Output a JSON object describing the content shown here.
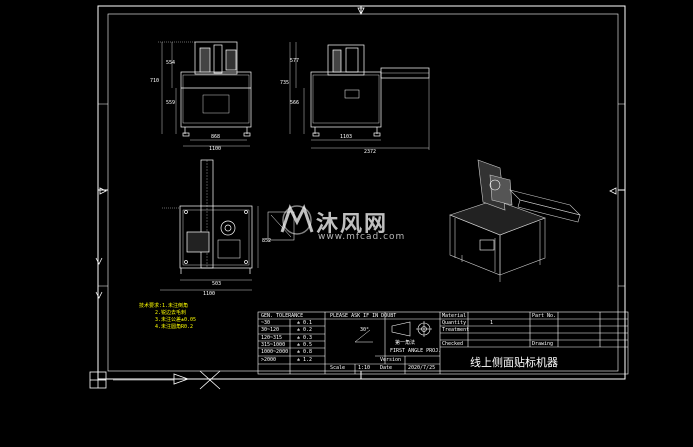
{
  "drawing": {
    "title_cn": "线上侧面贴标机器",
    "watermark": {
      "brand_cn": "沐风网",
      "url": "www.mfcad.com"
    },
    "dimensions": {
      "front_h1": "554",
      "front_h2": "710",
      "front_h3": "559",
      "front_w1": "868",
      "front_w2": "1100",
      "side_h1": "577",
      "side_h2": "735",
      "side_h3": "566",
      "side_w1": "1103",
      "side_w2": "2372",
      "top_h": "852",
      "top_w1": "503",
      "top_w2": "1100"
    },
    "notes": [
      "技术要求:1.未注倒角",
      "2.锐边去毛刺",
      "3.未注公差±0.05",
      "4.未注圆角R0.2"
    ],
    "title_block": {
      "general_tolerance": "GEN. TOLERANCE",
      "rows": [
        {
          "range": "~30",
          "tol": "± 0.1"
        },
        {
          "range": "30~120",
          "tol": "± 0.2"
        },
        {
          "range": "120~315",
          "tol": "± 0.3"
        },
        {
          "range": "315~1000",
          "tol": "± 0.5"
        },
        {
          "range": "1000~2000",
          "tol": "± 0.8"
        },
        {
          "range": ">2000",
          "tol": "± 1.2"
        }
      ],
      "please_ask": "PLEASE ASK IF IN DOUBT",
      "first_angle": "FIRST ANGLE PROJ.",
      "projection_label": "第一角法",
      "angle": "30°",
      "scale_label": "Scale",
      "scale_value": "1:10",
      "version_label": "Version",
      "date_label": "Date",
      "date_value": "2020/7/25",
      "material_label": "Material",
      "quantity_label": "Quantity",
      "treatment_label": "Treatment",
      "checked_label": "Checked",
      "partno_label": "Part No.",
      "drawing_label": "Drawing",
      "qty_value": "1"
    }
  }
}
